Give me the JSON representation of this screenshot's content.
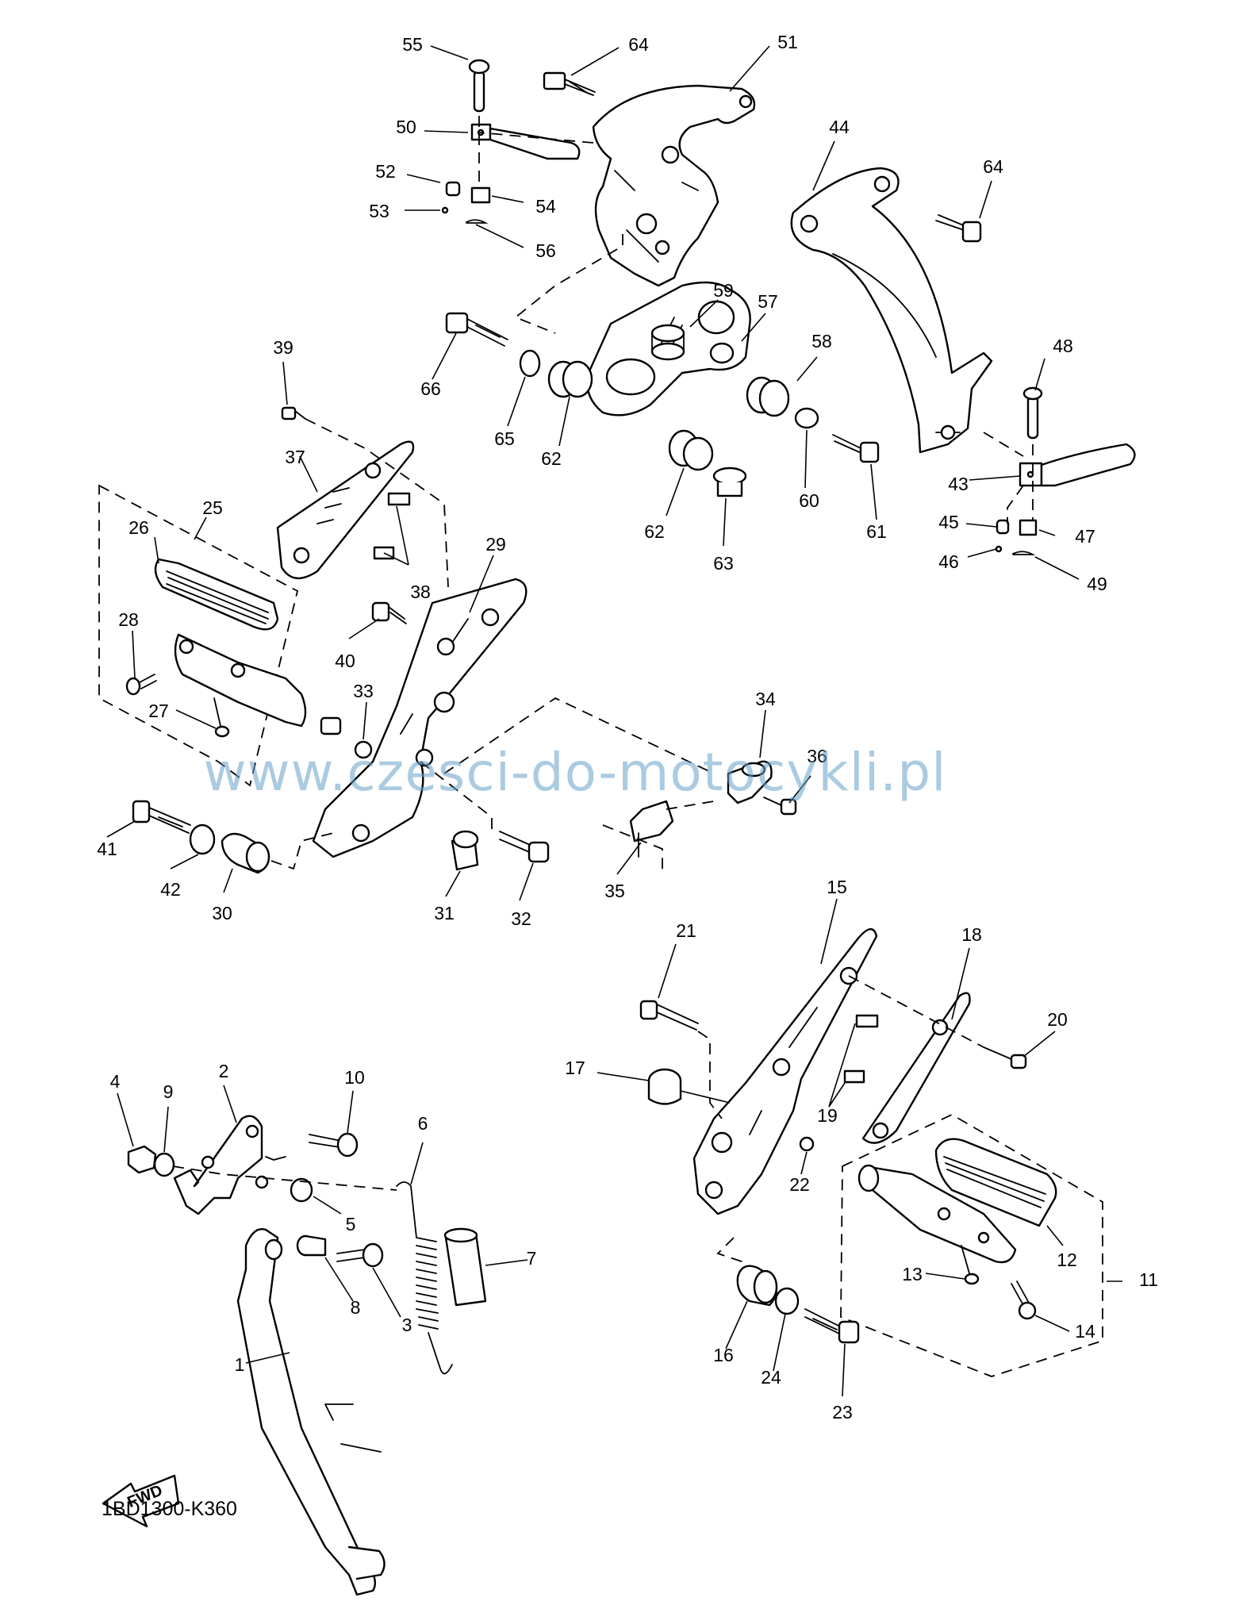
{
  "diagram": {
    "watermark": "www.czesci-do-motocykli.pl",
    "reference_code": "1BD1300-K360",
    "direction_label": "FWD",
    "callouts": [
      {
        "id": "c55",
        "label": "55"
      },
      {
        "id": "c64a",
        "label": "64"
      },
      {
        "id": "c51",
        "label": "51"
      },
      {
        "id": "c50",
        "label": "50"
      },
      {
        "id": "c52",
        "label": "52"
      },
      {
        "id": "c54",
        "label": "54"
      },
      {
        "id": "c53",
        "label": "53"
      },
      {
        "id": "c56",
        "label": "56"
      },
      {
        "id": "c44",
        "label": "44"
      },
      {
        "id": "c64b",
        "label": "64"
      },
      {
        "id": "c59",
        "label": "59"
      },
      {
        "id": "c57",
        "label": "57"
      },
      {
        "id": "c58",
        "label": "58"
      },
      {
        "id": "c66",
        "label": "66"
      },
      {
        "id": "c65",
        "label": "65"
      },
      {
        "id": "c62a",
        "label": "62"
      },
      {
        "id": "c60",
        "label": "60"
      },
      {
        "id": "c61",
        "label": "61"
      },
      {
        "id": "c62b",
        "label": "62"
      },
      {
        "id": "c63",
        "label": "63"
      },
      {
        "id": "c48",
        "label": "48"
      },
      {
        "id": "c43",
        "label": "43"
      },
      {
        "id": "c45",
        "label": "45"
      },
      {
        "id": "c47",
        "label": "47"
      },
      {
        "id": "c46",
        "label": "46"
      },
      {
        "id": "c49",
        "label": "49"
      },
      {
        "id": "c39",
        "label": "39"
      },
      {
        "id": "c37",
        "label": "37"
      },
      {
        "id": "c25",
        "label": "25"
      },
      {
        "id": "c26",
        "label": "26"
      },
      {
        "id": "c38",
        "label": "38"
      },
      {
        "id": "c29",
        "label": "29"
      },
      {
        "id": "c28",
        "label": "28"
      },
      {
        "id": "c40",
        "label": "40"
      },
      {
        "id": "c27",
        "label": "27"
      },
      {
        "id": "c33",
        "label": "33"
      },
      {
        "id": "c34",
        "label": "34"
      },
      {
        "id": "c36",
        "label": "36"
      },
      {
        "id": "c41",
        "label": "41"
      },
      {
        "id": "c42",
        "label": "42"
      },
      {
        "id": "c30",
        "label": "30"
      },
      {
        "id": "c31",
        "label": "31"
      },
      {
        "id": "c32",
        "label": "32"
      },
      {
        "id": "c35",
        "label": "35"
      },
      {
        "id": "c15",
        "label": "15"
      },
      {
        "id": "c21",
        "label": "21"
      },
      {
        "id": "c18",
        "label": "18"
      },
      {
        "id": "c20",
        "label": "20"
      },
      {
        "id": "c17",
        "label": "17"
      },
      {
        "id": "c19",
        "label": "19"
      },
      {
        "id": "c22",
        "label": "22"
      },
      {
        "id": "c12",
        "label": "12"
      },
      {
        "id": "c11",
        "label": "11"
      },
      {
        "id": "c13",
        "label": "13"
      },
      {
        "id": "c14",
        "label": "14"
      },
      {
        "id": "c16",
        "label": "16"
      },
      {
        "id": "c24",
        "label": "24"
      },
      {
        "id": "c23",
        "label": "23"
      },
      {
        "id": "c4",
        "label": "4"
      },
      {
        "id": "c9",
        "label": "9"
      },
      {
        "id": "c2",
        "label": "2"
      },
      {
        "id": "c10",
        "label": "10"
      },
      {
        "id": "c6",
        "label": "6"
      },
      {
        "id": "c5",
        "label": "5"
      },
      {
        "id": "c7",
        "label": "7"
      },
      {
        "id": "c8",
        "label": "8"
      },
      {
        "id": "c3",
        "label": "3"
      },
      {
        "id": "c1",
        "label": "1"
      }
    ]
  }
}
